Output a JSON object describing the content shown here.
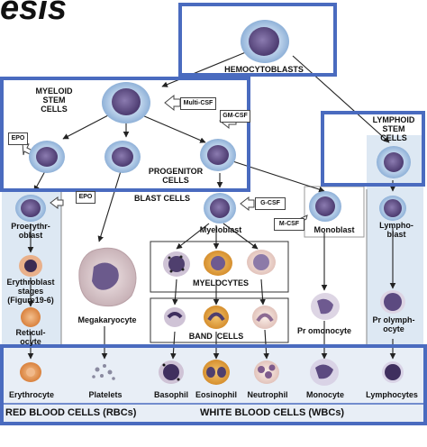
{
  "title_fragment": "esis",
  "hemocytoblasts": "HEMOCYTOBLASTS",
  "myeloid_stem_cells": "MYELOID\nSTEM\nCELLS",
  "lymphoid_stem_cells": "LYMPHOID\nSTEM\nCELLS",
  "progenitor_cells": "PROGENITOR\nCELLS",
  "blast_cells": "BLAST CELLS",
  "factors": {
    "multi_csf": "Multi-CSF",
    "gm_csf": "GM-CSF",
    "epo_1": "EPO",
    "epo_2": "EPO",
    "g_csf": "G-CSF",
    "m_csf": "M-CSF"
  },
  "cells": {
    "proerythroblast": "Proerythr-\noblast",
    "erythroblast_stages": "Erythroblast\nstages\n(Figure19-6)",
    "reticulocyte": "Reticul-\nocyte",
    "megakaryocyte": "Megakaryocyte",
    "myeloblast": "Myeloblast",
    "monoblast": "Monoblast",
    "lymphoblast": "Lympho-\nblast",
    "myelocytes": "MYELOCYTES",
    "band_cells": "BAND  CELLS",
    "promonocyte": "Pr omonocyte",
    "prolymphocyte": "Pr olymph-\nocyte"
  },
  "mature": {
    "erythrocyte": "Erythrocyte",
    "platelets": "Platelets",
    "basophil": "Basophil",
    "eosinophil": "Eosinophil",
    "neutrophil": "Neutrophil",
    "monocyte": "Monocyte",
    "lymphocytes": "Lymphocytes"
  },
  "footer": {
    "red": "RED BLOOD CELLS (RBCs)",
    "white": "WHITE BLOOD CELLS (WBCs)"
  },
  "colors": {
    "frame_blue": "#4a6bbf",
    "panel_blue": "#dde8f3",
    "cell_halo": "#a9c6e6",
    "nucleus_purple": "#5c4a80",
    "rbc_orange": "#e0965a",
    "eosin_orange": "#e5a54e",
    "neutro_pink": "#eacbc6"
  }
}
